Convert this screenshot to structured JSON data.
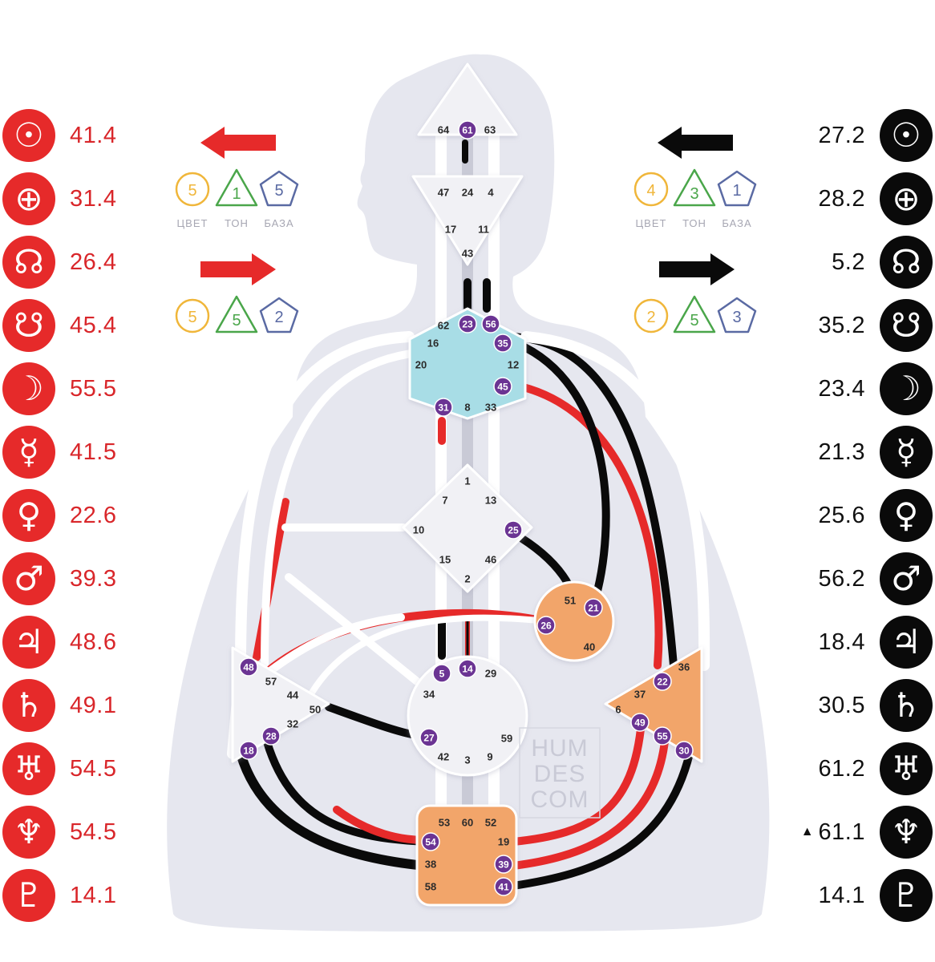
{
  "left_planets": [
    {
      "icon": "sun-icon",
      "glyph": "☉",
      "value": "41.4"
    },
    {
      "icon": "earth-icon",
      "glyph": "⊕",
      "value": "31.4"
    },
    {
      "icon": "north-node-icon",
      "glyph": "☊",
      "value": "26.4"
    },
    {
      "icon": "south-node-icon",
      "glyph": "☋",
      "value": "45.4"
    },
    {
      "icon": "moon-icon",
      "glyph": "☽",
      "value": "55.5"
    },
    {
      "icon": "mercury-icon",
      "glyph": "☿",
      "value": "41.5"
    },
    {
      "icon": "venus-icon",
      "glyph": "♀",
      "value": "22.6"
    },
    {
      "icon": "mars-icon",
      "glyph": "♂",
      "value": "39.3"
    },
    {
      "icon": "jupiter-icon",
      "glyph": "♃",
      "value": "48.6"
    },
    {
      "icon": "saturn-icon",
      "glyph": "♄",
      "value": "49.1"
    },
    {
      "icon": "uranus-icon",
      "glyph": "♅",
      "value": "54.5"
    },
    {
      "icon": "neptune-icon",
      "glyph": "♆",
      "value": "54.5"
    },
    {
      "icon": "pluto-icon",
      "glyph": "♇",
      "value": "14.1"
    }
  ],
  "right_planets": [
    {
      "icon": "sun-icon",
      "glyph": "☉",
      "value": "27.2",
      "marker": ""
    },
    {
      "icon": "earth-icon",
      "glyph": "⊕",
      "value": "28.2",
      "marker": ""
    },
    {
      "icon": "north-node-icon",
      "glyph": "☊",
      "value": "5.2",
      "marker": ""
    },
    {
      "icon": "south-node-icon",
      "glyph": "☋",
      "value": "35.2",
      "marker": ""
    },
    {
      "icon": "moon-icon",
      "glyph": "☽",
      "value": "23.4",
      "marker": ""
    },
    {
      "icon": "mercury-icon",
      "glyph": "☿",
      "value": "21.3",
      "marker": ""
    },
    {
      "icon": "venus-icon",
      "glyph": "♀",
      "value": "25.6",
      "marker": ""
    },
    {
      "icon": "mars-icon",
      "glyph": "♂",
      "value": "56.2",
      "marker": ""
    },
    {
      "icon": "jupiter-icon",
      "glyph": "♃",
      "value": "18.4",
      "marker": ""
    },
    {
      "icon": "saturn-icon",
      "glyph": "♄",
      "value": "30.5",
      "marker": ""
    },
    {
      "icon": "uranus-icon",
      "glyph": "♅",
      "value": "61.2",
      "marker": ""
    },
    {
      "icon": "neptune-icon",
      "glyph": "♆",
      "value": "61.1",
      "marker": "▲"
    },
    {
      "icon": "pluto-icon",
      "glyph": "♇",
      "value": "14.1",
      "marker": ""
    }
  ],
  "variables": {
    "labels": [
      "ЦВЕТ",
      "ТОН",
      "БАЗА"
    ],
    "left_top": {
      "arrow": "left",
      "color": "5",
      "tone": "1",
      "base": "5"
    },
    "left_bottom": {
      "arrow": "right",
      "color": "5",
      "tone": "5",
      "base": "2"
    },
    "right_top": {
      "arrow": "left",
      "color": "4",
      "tone": "3",
      "base": "1"
    },
    "right_bottom": {
      "arrow": "right",
      "color": "2",
      "tone": "5",
      "base": "3"
    }
  },
  "watermark": [
    "HUM",
    "DES",
    "COM"
  ],
  "colors": {
    "design": "#e62a2a",
    "personality": "#0a0a0a",
    "defined_throat": "#a8dde6",
    "defined_motor": "#f2a56b",
    "undefined_center": "#f1f1f5",
    "active_gate": "#6b3493",
    "silhouette": "#e6e7ef",
    "color_ring": "#f0b63a",
    "tone_ring": "#4aa64a",
    "base_ring": "#5a6aa3"
  },
  "centers": {
    "head": {
      "state": "undefined",
      "gates": [
        "64",
        "61",
        "63"
      ]
    },
    "ajna": {
      "state": "undefined",
      "gates": [
        "47",
        "24",
        "4",
        "17",
        "11",
        "43"
      ]
    },
    "throat": {
      "state": "defined",
      "gates": [
        "62",
        "23",
        "56",
        "16",
        "35",
        "20",
        "12",
        "45",
        "31",
        "8",
        "33"
      ]
    },
    "g": {
      "state": "undefined",
      "gates": [
        "1",
        "7",
        "13",
        "10",
        "25",
        "15",
        "46",
        "2"
      ]
    },
    "heart": {
      "state": "defined",
      "gates": [
        "51",
        "21",
        "26",
        "40"
      ]
    },
    "spleen": {
      "state": "undefined",
      "gates": [
        "48",
        "57",
        "44",
        "50",
        "32",
        "28",
        "18"
      ]
    },
    "sacral": {
      "state": "undefined",
      "gates": [
        "5",
        "14",
        "29",
        "34",
        "27",
        "59",
        "42",
        "3",
        "9"
      ]
    },
    "solar_plexus": {
      "state": "defined",
      "gates": [
        "36",
        "22",
        "37",
        "6",
        "49",
        "55",
        "30"
      ]
    },
    "root": {
      "state": "defined",
      "gates": [
        "53",
        "60",
        "52",
        "54",
        "19",
        "38",
        "39",
        "58",
        "41"
      ]
    }
  },
  "active_gates": [
    "61",
    "23",
    "56",
    "35",
    "45",
    "31",
    "25",
    "21",
    "26",
    "5",
    "14",
    "48",
    "28",
    "18",
    "27",
    "22",
    "49",
    "55",
    "30",
    "54",
    "39",
    "41"
  ]
}
